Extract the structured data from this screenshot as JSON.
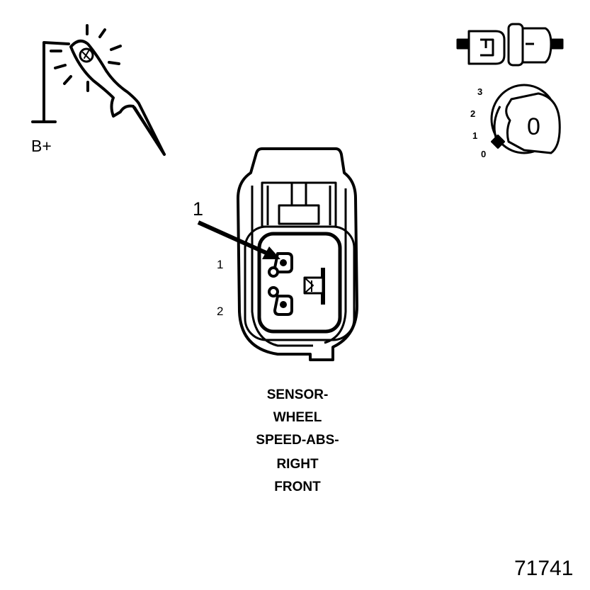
{
  "diagram": {
    "test_light": {
      "supply_label": "B+"
    },
    "ignition": {
      "positions": [
        "3",
        "2",
        "1",
        "0"
      ],
      "key_label": "0"
    },
    "connector": {
      "callout": "1",
      "pin_labels": [
        "1",
        "2"
      ]
    },
    "caption_lines": [
      "SENSOR-",
      "WHEEL",
      "SPEED-ABS-",
      "RIGHT",
      "FRONT"
    ],
    "figure_number": "71741"
  }
}
